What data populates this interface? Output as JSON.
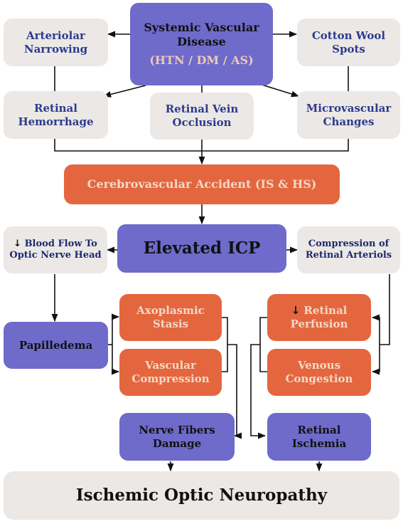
{
  "nodes": {
    "systemic_line1": "Systemic Vascular",
    "systemic_line2": "Disease",
    "systemic_sub": "(HTN / DM / AS)",
    "arteriolar_line1": "Arteriolar",
    "arteriolar_line2": "Narrowing",
    "cotton_line1": "Cotton Wool",
    "cotton_line2": "Spots",
    "hemorrhage_line1": "Retinal",
    "hemorrhage_line2": "Hemorrhage",
    "vein_line1": "Retinal Vein",
    "vein_line2": "Occlusion",
    "microvascular_line1": "Microvascular",
    "microvascular_line2": "Changes",
    "cva": "Cerebrovascular Accident (IS & HS)",
    "icp": "Elevated ICP",
    "bloodflow_arrow": "↓",
    "bloodflow_line1": "Blood Flow To",
    "bloodflow_line2": "Optic Nerve Head",
    "compression_line1": "Compression of",
    "compression_line2": "Retinal Arteriols",
    "papilledema": "Papilledema",
    "axoplasmic_line1": "Axoplasmic",
    "axoplasmic_line2": "Stasis",
    "vascular_line1": "Vascular",
    "vascular_line2": "Compression",
    "perfusion_arrow": "↓",
    "perfusion_line1": "Retinal",
    "perfusion_line2": "Perfusion",
    "venous_line1": "Venous",
    "venous_line2": "Congestion",
    "nerve_line1": "Nerve Fibers",
    "nerve_line2": "Damage",
    "ischemia_line1": "Retinal",
    "ischemia_line2": "Ischemia",
    "ion": "Ischemic Optic Neuropathy"
  },
  "colors": {
    "gray_box": "#ebe8e6",
    "purple_box": "#6e6bcb",
    "orange_box": "#e4663f",
    "navy_text": "#2e3a8c",
    "orange_text": "#f3d9c6",
    "connector": "#111111"
  }
}
